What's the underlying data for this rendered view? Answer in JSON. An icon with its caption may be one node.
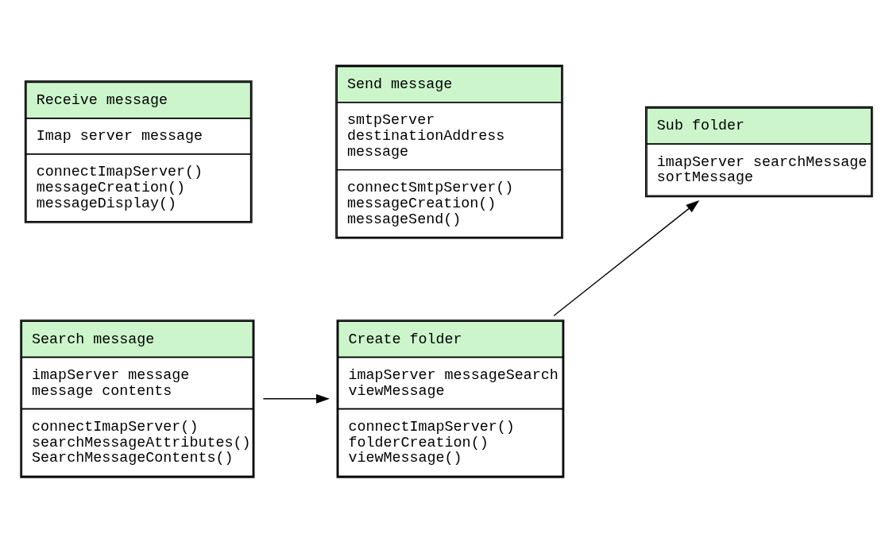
{
  "diagram": {
    "nodes": [
      {
        "text": [
          "Receive message",
          "Imap server message",
          "connectImapServer() messageCreation() messageDisplay()"
        ]
      },
      {
        "text": [
          "Send message",
          "smtpServer destinationAddress message",
          "connectSmtpServer() messageCreation() messageSend()"
        ]
      },
      {
        "text": [
          "Sub folder",
          "imapServer searchMessage sortMessage"
        ]
      },
      {
        "text": [
          "Search message",
          "imapServer message message contents",
          "connectImapServer() searchMessageAttributes() SearchMessageContents()"
        ]
      },
      {
        "text": [
          "Create folder",
          "imapServer messageSearch viewMessage",
          "connectImapServer() folderCreation() viewMessage()"
        ]
      }
    ],
    "edges": [
      {
        "from": 3,
        "to": 4,
        "arrow": "to"
      },
      {
        "from": 4,
        "to": 2,
        "arrow": "to"
      }
    ]
  }
}
